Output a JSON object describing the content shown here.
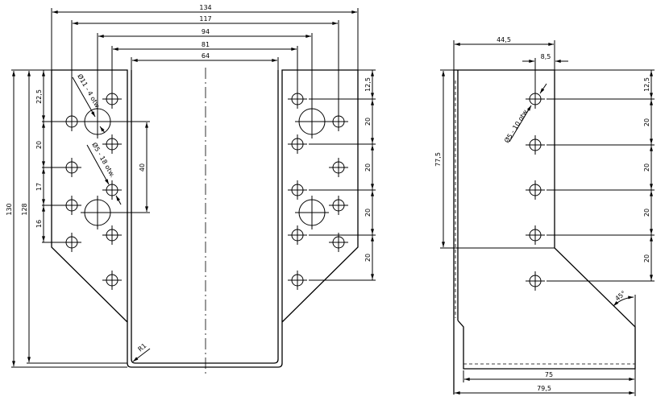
{
  "front_view": {
    "widths": [
      "134",
      "117",
      "94",
      "81",
      "64"
    ],
    "left_heights": [
      "22,5",
      "20",
      "17",
      "16"
    ],
    "overall_heights": [
      "130",
      "128"
    ],
    "right_spacings": [
      "12,5",
      "20",
      "20",
      "20",
      "20"
    ],
    "hole_spacing": "40",
    "large_hole_label": "Ø11 - 4 otw.",
    "small_hole_label": "Ø5 - 18 otw.",
    "radius_label": "R1"
  },
  "side_view": {
    "top_widths": [
      "44,5",
      "8,5"
    ],
    "height": "77,5",
    "right_spacings": [
      "12,5",
      "20",
      "20",
      "20",
      "20"
    ],
    "hole_label": "Ø5 - 10 otw.",
    "angle_label": "45°",
    "bottom_widths": [
      "75",
      "79,5"
    ]
  }
}
